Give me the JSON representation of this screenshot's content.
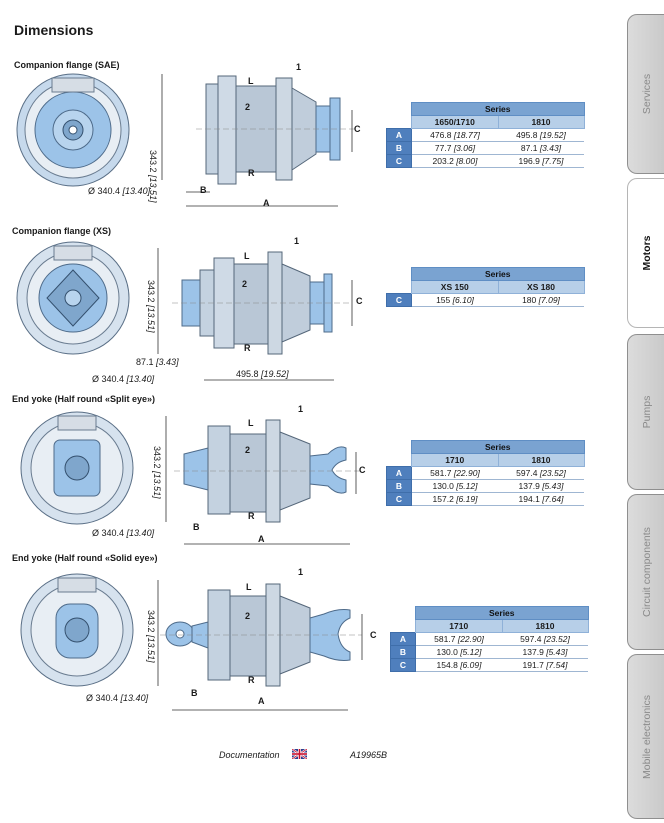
{
  "page": {
    "title": "Dimensions"
  },
  "sections": [
    {
      "title": "Companion flange (SAE)",
      "height_dim": "343.2",
      "height_dim_in": "[13.51]",
      "diameter": "Ø 340.4",
      "diameter_in": "[13.40]",
      "labels": {
        "L": "L",
        "R": "R",
        "one": "1",
        "two": "2",
        "A": "A",
        "B": "B",
        "C": "C"
      },
      "table": {
        "title": "Series",
        "columns": [
          "1650/1710",
          "1810"
        ],
        "rows": [
          {
            "label": "A",
            "values": [
              [
                "476.8",
                "[18.77]"
              ],
              [
                "495.8",
                "[19.52]"
              ]
            ]
          },
          {
            "label": "B",
            "values": [
              [
                "77.7",
                "[3.06]"
              ],
              [
                "87.1",
                "[3.43]"
              ]
            ]
          },
          {
            "label": "C",
            "values": [
              [
                "203.2",
                "[8.00]"
              ],
              [
                "196.9",
                "[7.75]"
              ]
            ]
          }
        ]
      }
    },
    {
      "title": "Companion flange (XS)",
      "height_dim": "343.2",
      "height_dim_in": "[13.51]",
      "diameter": "Ø 340.4",
      "diameter_in": "[13.40]",
      "b_dim": "87.1",
      "b_dim_in": "[3.43]",
      "a_dim": "495.8",
      "a_dim_in": "[19.52]",
      "labels": {
        "L": "L",
        "R": "R",
        "one": "1",
        "two": "2",
        "C": "C"
      },
      "table": {
        "title": "Series",
        "columns": [
          "XS 150",
          "XS 180"
        ],
        "rows": [
          {
            "label": "C",
            "values": [
              [
                "155",
                "[6.10]"
              ],
              [
                "180",
                "[7.09]"
              ]
            ]
          }
        ]
      }
    },
    {
      "title": "End yoke (Half round «Split eye»)",
      "height_dim": "343.2",
      "height_dim_in": "[13.51]",
      "diameter": "Ø 340.4",
      "diameter_in": "[13.40]",
      "labels": {
        "L": "L",
        "R": "R",
        "one": "1",
        "two": "2",
        "A": "A",
        "B": "B",
        "C": "C"
      },
      "table": {
        "title": "Series",
        "columns": [
          "1710",
          "1810"
        ],
        "rows": [
          {
            "label": "A",
            "values": [
              [
                "581.7",
                "[22.90]"
              ],
              [
                "597.4",
                "[23.52]"
              ]
            ]
          },
          {
            "label": "B",
            "values": [
              [
                "130.0",
                "[5.12]"
              ],
              [
                "137.9",
                "[5.43]"
              ]
            ]
          },
          {
            "label": "C",
            "values": [
              [
                "157.2",
                "[6.19]"
              ],
              [
                "194.1",
                "[7.64]"
              ]
            ]
          }
        ]
      }
    },
    {
      "title": "End yoke (Half round «Solid eye»)",
      "height_dim": "343.2",
      "height_dim_in": "[13.51]",
      "diameter": "Ø 340.4",
      "diameter_in": "[13.40]",
      "labels": {
        "L": "L",
        "R": "R",
        "one": "1",
        "two": "2",
        "A": "A",
        "B": "B",
        "C": "C"
      },
      "table": {
        "title": "Series",
        "columns": [
          "1710",
          "1810"
        ],
        "rows": [
          {
            "label": "A",
            "values": [
              [
                "581.7",
                "[22.90]"
              ],
              [
                "597.4",
                "[23.52]"
              ]
            ]
          },
          {
            "label": "B",
            "values": [
              [
                "130.0",
                "[5.12]"
              ],
              [
                "137.9",
                "[5.43]"
              ]
            ]
          },
          {
            "label": "C",
            "values": [
              [
                "154.8",
                "[6.09]"
              ],
              [
                "191.7",
                "[7.54]"
              ]
            ]
          }
        ]
      }
    }
  ],
  "footer": {
    "doc_label": "Documentation",
    "code": "A19965B",
    "flag_icon": "uk-flag-icon"
  },
  "tabs": [
    {
      "label": "Services",
      "active": false
    },
    {
      "label": "Motors",
      "active": true
    },
    {
      "label": "Pumps",
      "active": false
    },
    {
      "label": "Circuit components",
      "active": false
    },
    {
      "label": "Mobile electronics",
      "active": false
    }
  ],
  "colors": {
    "accent_blue": "#7aa3d1",
    "row_label_blue": "#4f7fbd",
    "part_blue": "#9cc3e8",
    "tab_gray": "#d3d3d3"
  }
}
